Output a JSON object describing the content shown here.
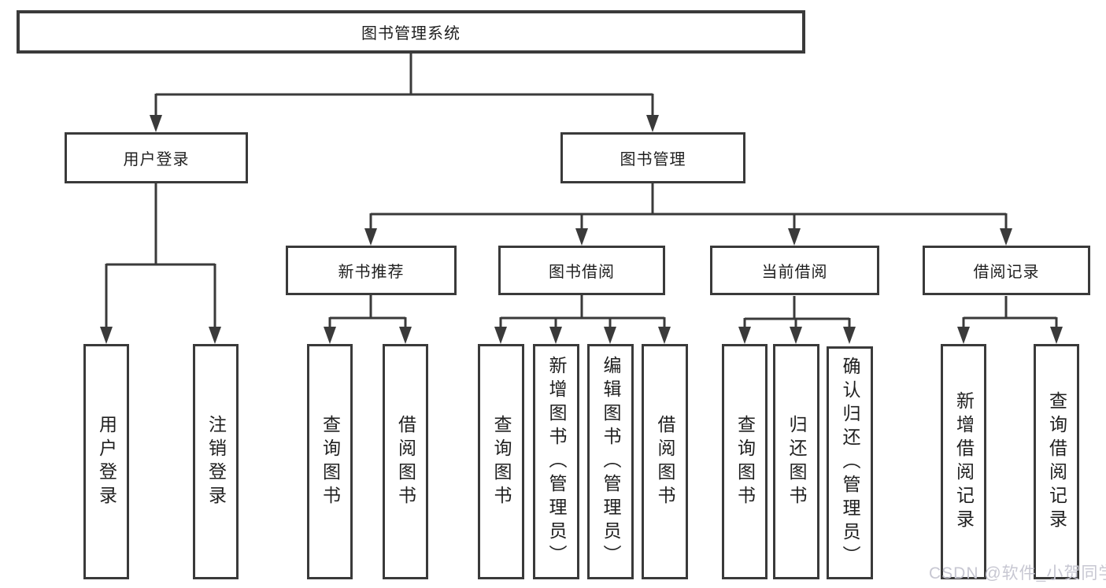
{
  "diagram": {
    "root": {
      "label": "图书管理系统"
    },
    "branches": [
      {
        "label": "用户登录",
        "children": [
          {
            "label": "用户登录"
          },
          {
            "label": "注销登录"
          }
        ]
      },
      {
        "label": "图书管理",
        "children": [
          {
            "label": "新书推荐",
            "children": [
              {
                "label": "查询图书"
              },
              {
                "label": "借阅图书"
              }
            ]
          },
          {
            "label": "图书借阅",
            "children": [
              {
                "label": "查询图书"
              },
              {
                "label": "新增图书（管理员）"
              },
              {
                "label": "编辑图书（管理员）"
              },
              {
                "label": "借阅图书"
              }
            ]
          },
          {
            "label": "当前借阅",
            "children": [
              {
                "label": "查询图书"
              },
              {
                "label": "归还图书"
              },
              {
                "label": "确认归还（管理员）"
              }
            ]
          },
          {
            "label": "借阅记录",
            "children": [
              {
                "label": "新增借阅记录"
              },
              {
                "label": "查询借阅记录"
              }
            ]
          }
        ]
      }
    ]
  },
  "watermark": {
    "text": "CSDN @软件_小贺同学",
    "color": "#c7c7d2"
  },
  "colors": {
    "line": "#3a3a3a",
    "border": "#3a3a3a",
    "text": "#1f1f1f",
    "background": "#ffffff"
  }
}
